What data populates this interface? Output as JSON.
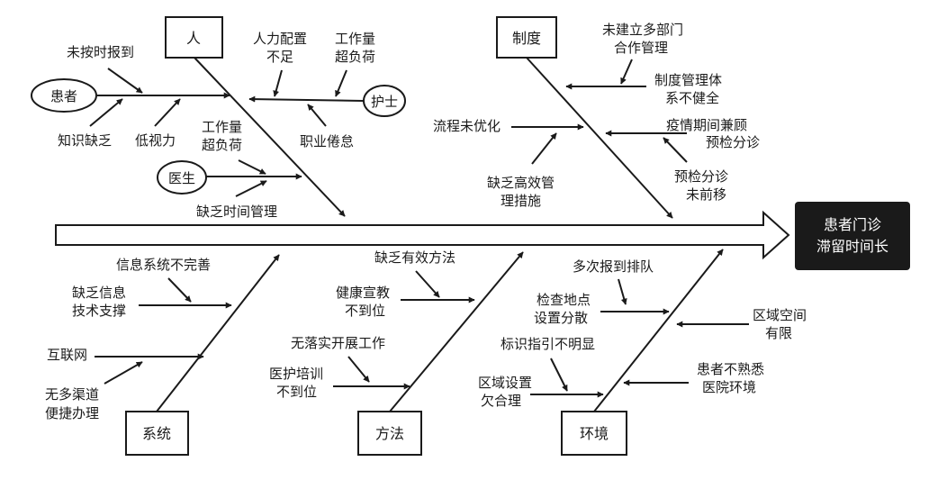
{
  "effect": {
    "line1": "患者门诊",
    "line2": "滞留时间长",
    "color": "#1a1a1a"
  },
  "categories": {
    "people": "人",
    "system_policy": "制度",
    "systems": "系统",
    "methods": "方法",
    "environment": "环境"
  },
  "people": {
    "patient": "患者",
    "nurse": "护士",
    "doctor": "医生",
    "not_on_time": "未按时报到",
    "knowledge_lack": "知识缺乏",
    "low_vision": "低视力",
    "staffing_l1": "人力配置",
    "staffing_l2": "不足",
    "workload_l1": "工作量",
    "workload_l2": "超负荷",
    "burnout": "职业倦怠",
    "doc_workload_l1": "工作量",
    "doc_workload_l2": "超负荷",
    "lack_time_mgmt": "缺乏时间管理"
  },
  "policy": {
    "no_multi_l1": "未建立多部门",
    "no_multi_l2": "合作管理",
    "mgmt_system_l1": "制度管理体",
    "mgmt_system_l2": "系不健全",
    "process_not_opt": "流程未优化",
    "epidemic_l1": "疫情期间兼顾",
    "epidemic_l2": "预检分诊",
    "lack_measures_l1": "缺乏高效管",
    "lack_measures_l2": "理措施",
    "triage_l1": "预检分诊",
    "triage_l2": "未前移"
  },
  "systems": {
    "info_incomplete": "信息系统不完善",
    "tech_l1": "缺乏信息",
    "tech_l2": "技术支撑",
    "internet": "互联网",
    "channels_l1": "无多渠道",
    "channels_l2": "便捷办理"
  },
  "methods": {
    "no_effective": "缺乏有效方法",
    "health_edu_l1": "健康宣教",
    "health_edu_l2": "不到位",
    "not_implemented": "无落实开展工作",
    "training_l1": "医护培训",
    "training_l2": "不到位"
  },
  "environment": {
    "multi_checkin": "多次报到排队",
    "check_sites_l1": "检查地点",
    "check_sites_l2": "设置分散",
    "space_l1": "区域空间",
    "space_l2": "有限",
    "signage": "标识指引不明显",
    "layout_l1": "区域设置",
    "layout_l2": "欠合理",
    "unfamiliar_l1": "患者不熟悉",
    "unfamiliar_l2": "医院环境"
  }
}
